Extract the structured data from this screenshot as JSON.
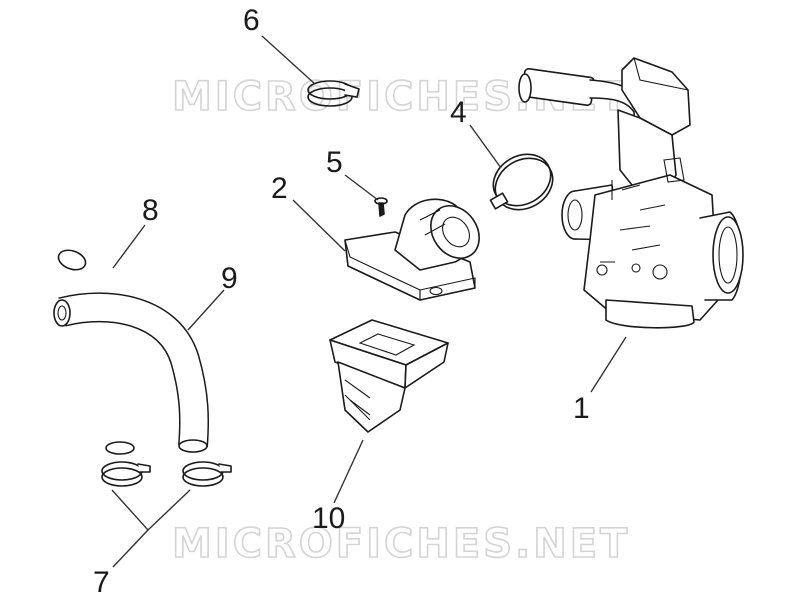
{
  "watermark": {
    "text": "MICROFICHES.NET",
    "color": "#d4d4d4"
  },
  "callouts": [
    {
      "id": "1",
      "label": "1"
    },
    {
      "id": "2",
      "label": "2"
    },
    {
      "id": "4",
      "label": "4"
    },
    {
      "id": "5",
      "label": "5"
    },
    {
      "id": "6",
      "label": "6"
    },
    {
      "id": "7",
      "label": "7"
    },
    {
      "id": "8",
      "label": "8"
    },
    {
      "id": "9",
      "label": "9"
    },
    {
      "id": "10",
      "label": "10"
    }
  ],
  "parts": [
    {
      "callout": "1",
      "icon": "carburetor-icon"
    },
    {
      "callout": "2",
      "icon": "intake-manifold-icon"
    },
    {
      "callout": "4",
      "icon": "hose-clamp-icon"
    },
    {
      "callout": "5",
      "icon": "screw-icon"
    },
    {
      "callout": "6",
      "icon": "spring-clip-icon"
    },
    {
      "callout": "7",
      "icon": "spring-clip-icon"
    },
    {
      "callout": "8",
      "icon": "fuel-hose-icon"
    },
    {
      "callout": "9",
      "icon": "fuel-hose-icon"
    },
    {
      "callout": "10",
      "icon": "reed-valve-icon"
    }
  ]
}
